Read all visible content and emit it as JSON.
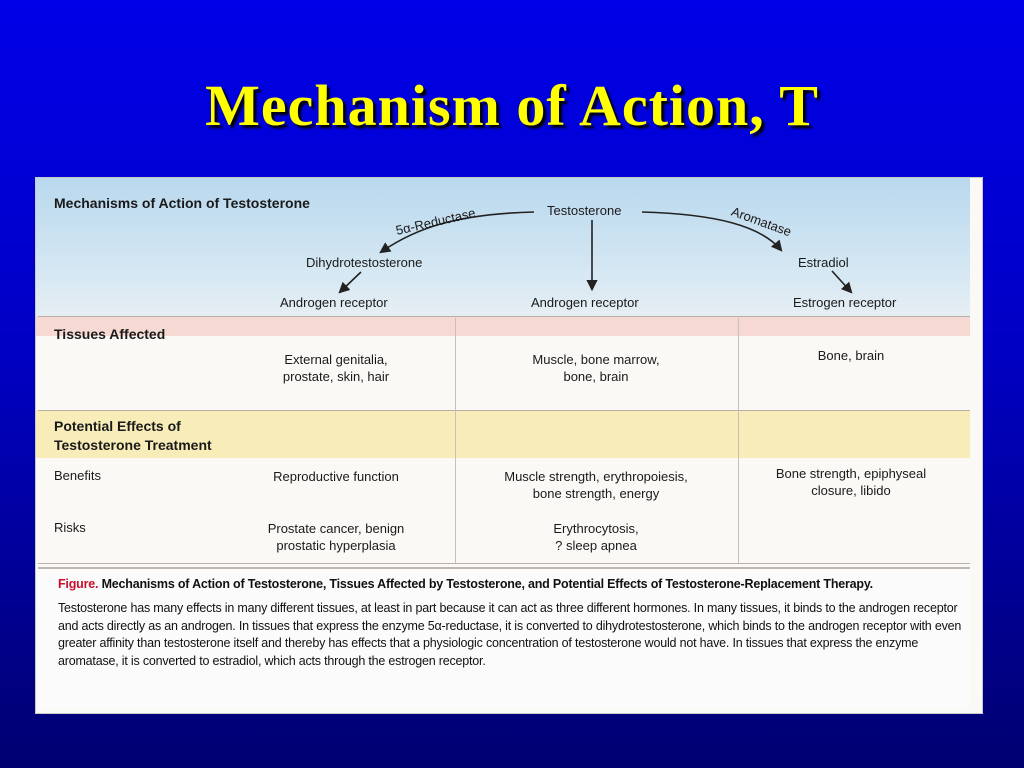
{
  "slide": {
    "title": "Mechanism of Action, T"
  },
  "figure": {
    "mechanisms": {
      "title": "Mechanisms of Action of Testosterone",
      "testosterone": "Testosterone",
      "five_alpha": "5α-Reductase",
      "aromatase": "Aromatase",
      "dht": "Dihydrotestosterone",
      "estradiol": "Estradiol",
      "androgen_receptor_left": "Androgen receptor",
      "androgen_receptor_center": "Androgen receptor",
      "estrogen_receptor": "Estrogen receptor"
    },
    "tissues": {
      "title": "Tissues Affected",
      "col1": [
        "External genitalia,",
        "prostate, skin, hair"
      ],
      "col2": [
        "Muscle, bone marrow,",
        "bone, brain"
      ],
      "col3": [
        "Bone, brain"
      ]
    },
    "effects": {
      "title": [
        "Potential Effects of",
        "Testosterone Treatment"
      ],
      "benefits": {
        "label": "Benefits",
        "col1": [
          "Reproductive function"
        ],
        "col2": [
          "Muscle strength, erythropoiesis,",
          "bone strength, energy"
        ],
        "col3": [
          "Bone strength, epiphyseal",
          "closure, libido"
        ]
      },
      "risks": {
        "label": "Risks",
        "col1": [
          "Prostate cancer, benign",
          "prostatic hyperplasia"
        ],
        "col2": [
          "Erythrocytosis,",
          "? sleep apnea"
        ]
      }
    },
    "caption": {
      "figure_word": "Figure.",
      "heading": "Mechanisms of Action of Testosterone, Tissues Affected by Testosterone, and Potential Effects of Testosterone-Replacement Therapy.",
      "body": "Testosterone has many effects in many different tissues, at least in part because it can act as three different hormones. In many tissues, it binds to the androgen receptor and acts directly as an androgen. In tissues that express the enzyme 5α-reductase, it is converted to dihydro­testosterone, which binds to the androgen receptor with even greater affinity than testosterone itself and thereby has effects that a physiologic concentration of testosterone would not have. In tissues that express the enzyme aromatase, it is converted to estradiol, which acts through the estrogen receptor."
    }
  },
  "colors": {
    "slide_bg": "#0000d8",
    "title": "#ffff00",
    "figure_word": "#c8102e"
  }
}
